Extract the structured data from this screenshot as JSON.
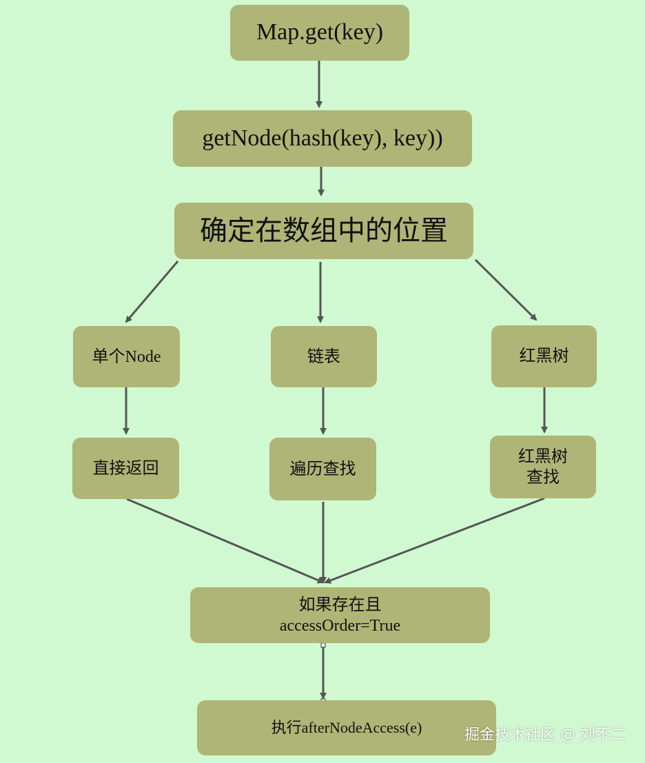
{
  "colors": {
    "background": "#d1f9d1",
    "node_fill": "#aeb576",
    "arrow": "#555555",
    "text": "#111111"
  },
  "nodes": {
    "map_get": "Map.get(key)",
    "get_node": "getNode(hash(key), key))",
    "position": "确定在数组中的位置",
    "single_node": "单个Node",
    "linked_list": "链表",
    "rb_tree": "红黑树",
    "direct_return": "直接返回",
    "traverse_find": "遍历查找",
    "rb_tree_find": "红黑树\n查找",
    "exists_condition": "如果存在且\naccessOrder=True",
    "execute": "执行afterNodeAccess(e)"
  },
  "watermark": "掘金技术社区 @ 刘不二"
}
